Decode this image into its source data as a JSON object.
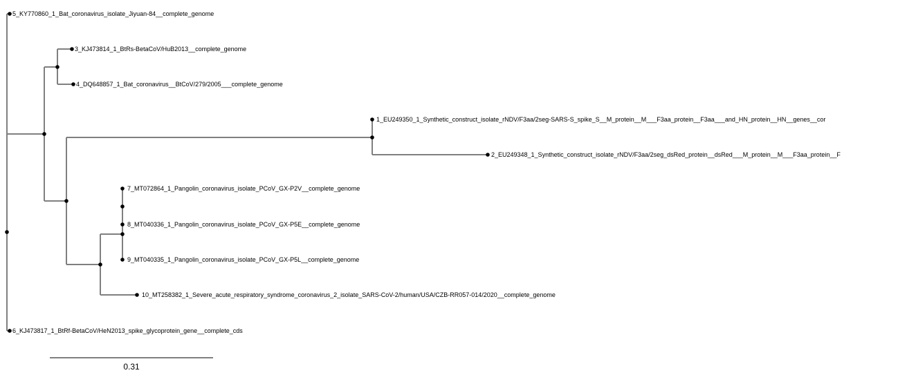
{
  "tree": {
    "leaves": [
      {
        "id": "l5",
        "label": "5_KY770860_1_Bat_coronavirus_isolate_Jiyuan-84__complete_genome"
      },
      {
        "id": "l3",
        "label": "3_KJ473814_1_BtRs-BetaCoV/HuB2013__complete_genome"
      },
      {
        "id": "l4",
        "label": "4_DQ648857_1_Bat_coronavirus__BtCoV/279/2005___complete_genome"
      },
      {
        "id": "l1",
        "label": "1_EU249350_1_Synthetic_construct_isolate_rNDV/F3aa/2seg-SARS-S_spike_S__M_protein__M___F3aa_protein__F3aa___and_HN_protein__HN__genes__cor"
      },
      {
        "id": "l2",
        "label": "2_EU249348_1_Synthetic_construct_isolate_rNDV/F3aa/2seg_dsRed_protein__dsRed___M_protein__M___F3aa_protein__F"
      },
      {
        "id": "l7",
        "label": "7_MT072864_1_Pangolin_coronavirus_isolate_PCoV_GX-P2V__complete_genome"
      },
      {
        "id": "l8",
        "label": "8_MT040336_1_Pangolin_coronavirus_isolate_PCoV_GX-P5E__complete_genome"
      },
      {
        "id": "l9",
        "label": "9_MT040335_1_Pangolin_coronavirus_isolate_PCoV_GX-P5L__complete_genome"
      },
      {
        "id": "l10",
        "label": "10_MT258382_1_Severe_acute_respiratory_syndrome_coronavirus_2_isolate_SARS-CoV-2/human/USA/CZB-RR057-014/2020__complete_genome"
      },
      {
        "id": "l6",
        "label": "6_KJ473817_1_BtRf-BetaCoV/HeN2013_spike_glycoprotein_gene__complete_cds"
      }
    ],
    "scale_bar": {
      "label": "0.31"
    }
  },
  "colors": {
    "branch": "#7f7f7f",
    "node": "#000000",
    "text": "#000000",
    "background": "#ffffff"
  }
}
